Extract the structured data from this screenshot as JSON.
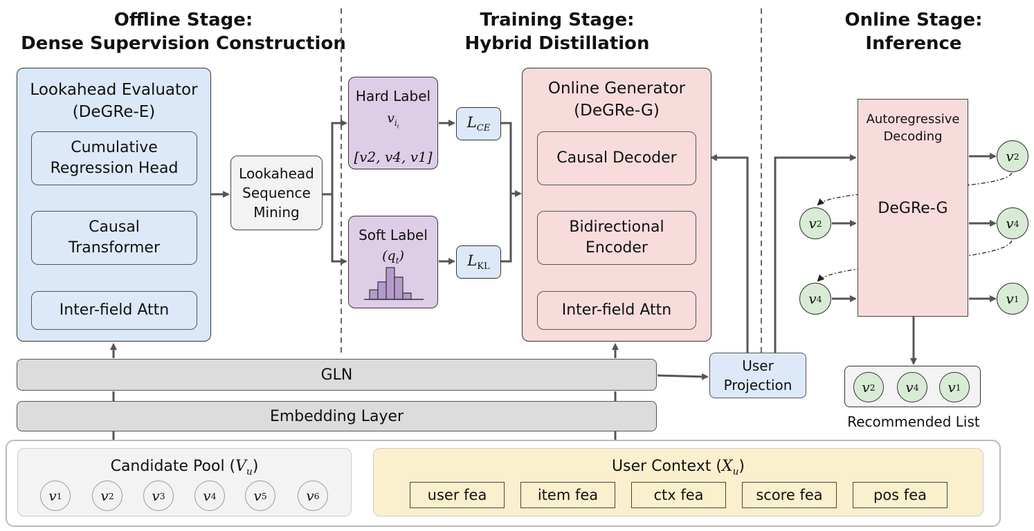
{
  "stages": {
    "offline": {
      "line1": "Offline Stage:",
      "line2": "Dense Supervision Construction"
    },
    "training": {
      "line1": "Training Stage:",
      "line2": "Hybrid Distillation"
    },
    "online": {
      "line1": "Online Stage:",
      "line2": "Inference"
    }
  },
  "evaluator": {
    "title1": "Lookahead Evaluator",
    "title2": "(DeGRe-E)",
    "head": "Cumulative Regression Head",
    "transformer": "Causal Transformer",
    "attn": "Inter-field Attn"
  },
  "mining": {
    "label": "Lookahead Sequence Mining"
  },
  "hard_label": {
    "title": "Hard Label",
    "var": "v",
    "var_sub": "i",
    "var_subsub": "t",
    "seq": "[v2, v4, v1]"
  },
  "soft_label": {
    "title": "Soft Label",
    "var": "(q",
    "var_sub": "t",
    "var_close": ")",
    "histogram": [
      0.3,
      0.55,
      1.0,
      0.7,
      0.2
    ]
  },
  "losses": {
    "ce": "L",
    "ce_sub": "CE",
    "kl": "L",
    "kl_sub": "KL"
  },
  "generator": {
    "title1": "Online Generator",
    "title2": "(DeGRe-G)",
    "decoder": "Causal Decoder",
    "encoder": "Bidirectional Encoder",
    "attn": "Inter-field Attn"
  },
  "gln": {
    "label": "GLN"
  },
  "embedding": {
    "label": "Embedding Layer"
  },
  "user_projection": {
    "label": "User Projection"
  },
  "decoding": {
    "title": "Autoregressive Decoding",
    "model": "DeGRe-G",
    "inputs": [
      {
        "v": "v",
        "sub": "2"
      },
      {
        "v": "v",
        "sub": "4"
      }
    ],
    "outputs": [
      {
        "v": "v",
        "sub": "2"
      },
      {
        "v": "v",
        "sub": "4"
      },
      {
        "v": "v",
        "sub": "1"
      }
    ]
  },
  "recommended": {
    "label": "Recommended List",
    "items": [
      {
        "v": "v",
        "sub": "2"
      },
      {
        "v": "v",
        "sub": "4"
      },
      {
        "v": "v",
        "sub": "1"
      }
    ]
  },
  "candidate_pool": {
    "label": "Candidate Pool (",
    "symbol": "V",
    "symbol_sub": "u",
    "close": ")",
    "items": [
      {
        "v": "v",
        "sub": "1"
      },
      {
        "v": "v",
        "sub": "2"
      },
      {
        "v": "v",
        "sub": "3"
      },
      {
        "v": "v",
        "sub": "4"
      },
      {
        "v": "v",
        "sub": "5"
      },
      {
        "v": "v",
        "sub": "6"
      }
    ]
  },
  "user_context": {
    "label": "User Context (",
    "symbol": "X",
    "symbol_sub": "u",
    "close": ")",
    "features": [
      "user fea",
      "item fea",
      "ctx fea",
      "score fea",
      "pos fea"
    ]
  },
  "colors": {
    "blue": "#dbe8f7",
    "pink": "#f8dcdc",
    "purple": "#decde6",
    "green": "#d8ebd4",
    "gray": "#dcdcdc",
    "yellow": "#fbf0cd",
    "arrow": "#555555"
  }
}
